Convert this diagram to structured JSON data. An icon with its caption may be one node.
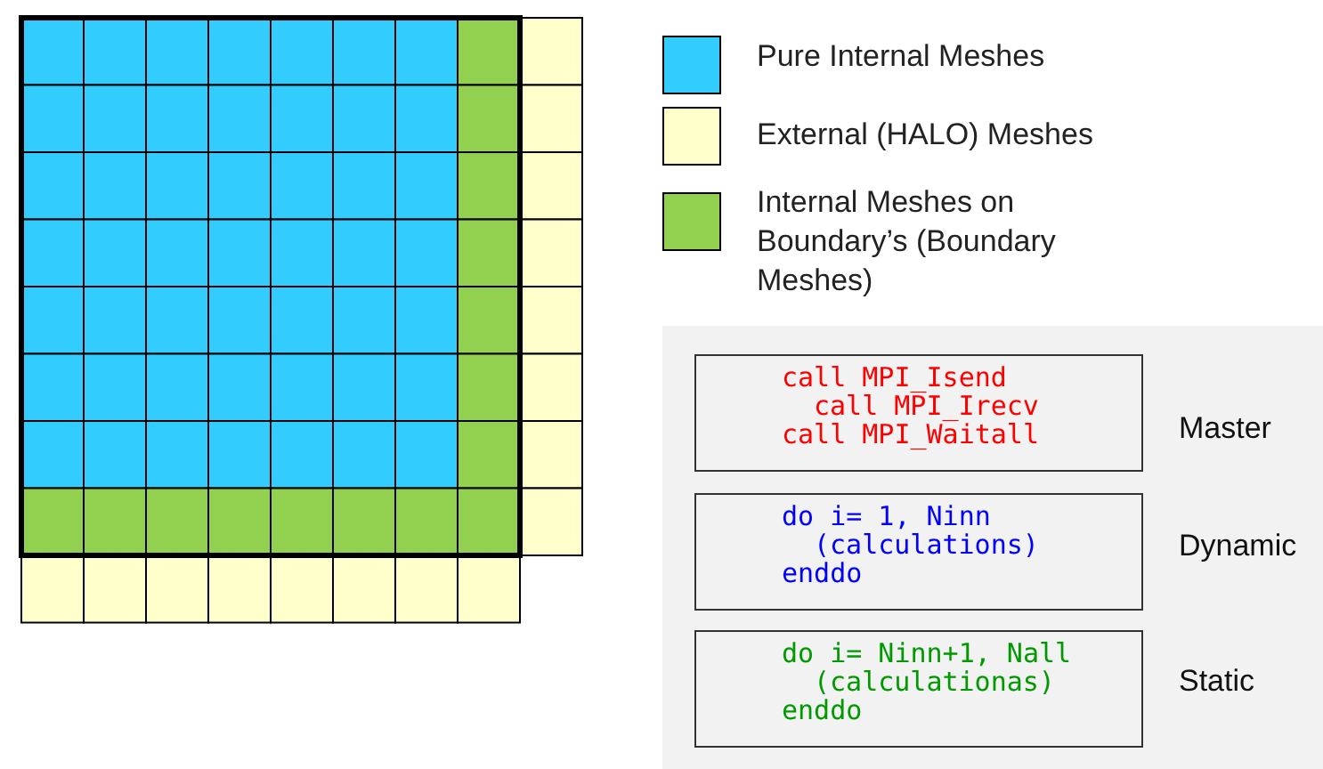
{
  "diagram": {
    "nodes": [
      {
        "text": [
          "call MPI_Isend",
          "call MPI_Irecv",
          "call MPI_Waitall"
        ],
        "beside": [
          "Master"
        ]
      },
      {
        "text": [
          "do i= 1, Ninn",
          "(calculations)",
          "enddo"
        ],
        "beside": [
          "Dynamic"
        ]
      },
      {
        "text": [
          "do i= Ninn+1, Nall",
          "(calculationas)",
          "enddo"
        ],
        "beside": [
          "Static"
        ]
      }
    ],
    "legend": [
      {
        "text": "Pure Internal Meshes",
        "color": "#33ccff"
      },
      {
        "text": "External (HALO) Meshes",
        "color": "#ffffcc"
      },
      {
        "text": "Internal Meshes on Boundary’s (Boundary Meshes)",
        "color": "#92d050"
      }
    ]
  }
}
